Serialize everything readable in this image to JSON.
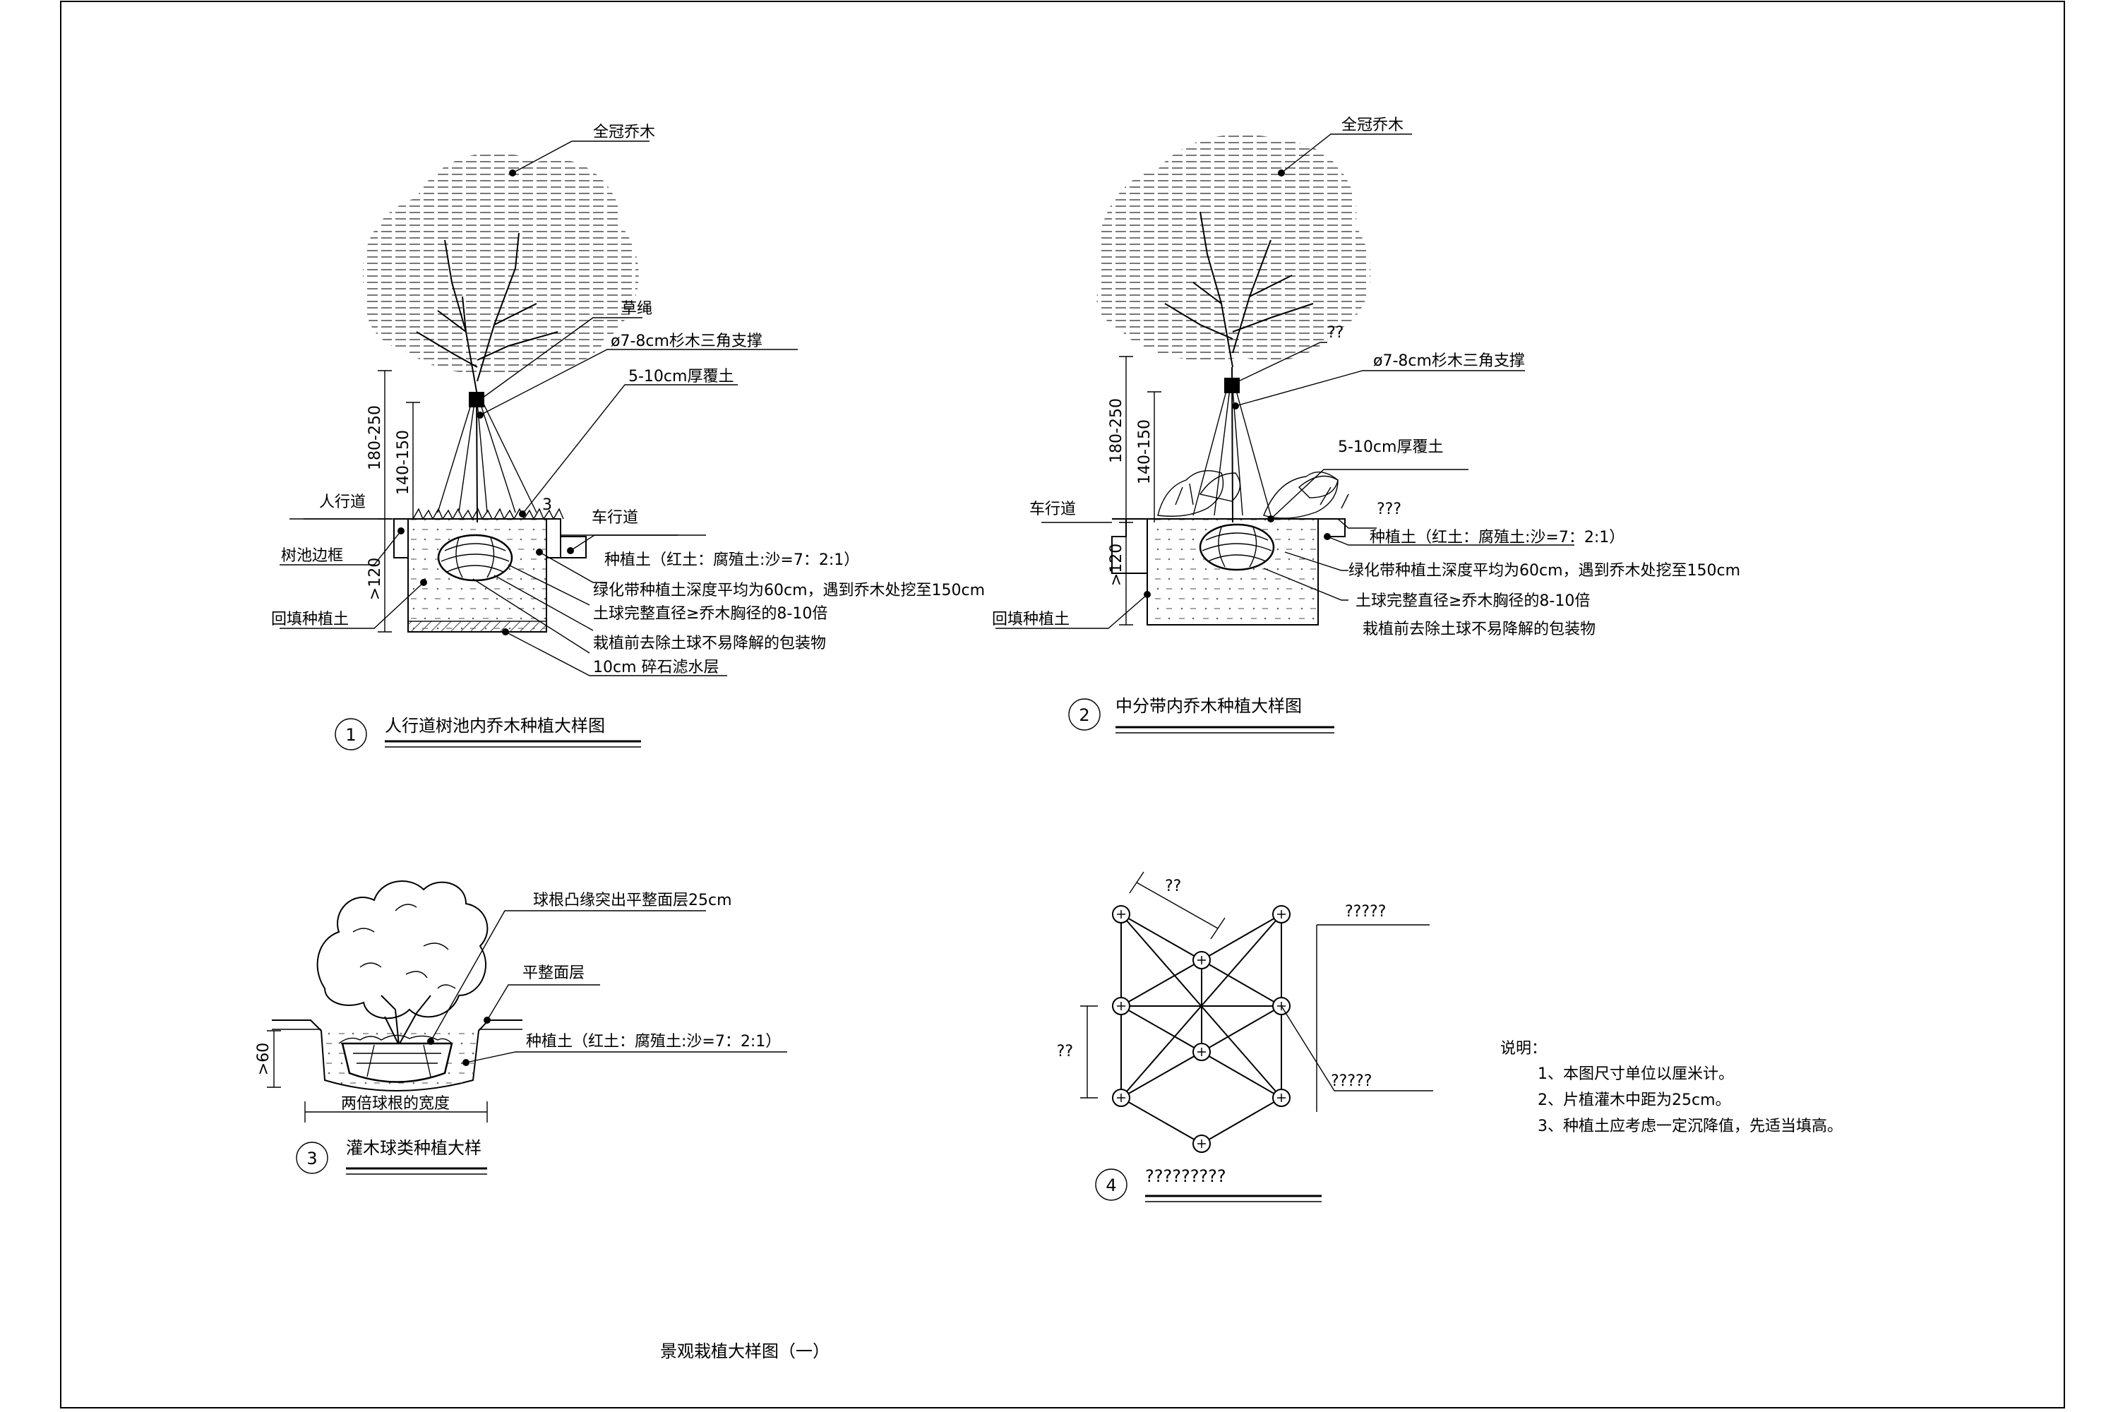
{
  "sheet": {
    "title": "景观栽植大样图（一）"
  },
  "detail1": {
    "number": "1",
    "title": "人行道树池内乔木种植大样图",
    "crown_label": "全冠乔木",
    "rope_label": "草绳",
    "support_label": "ø7-8cm杉木三角支撑",
    "mulch_label": "5-10cm厚覆土",
    "sidewalk_label": "人行道",
    "roadway_label": "车行道",
    "edge_label": "树池边框",
    "backfill_label": "回填种植土",
    "soil_label": "种植土（红土：腐殖土:沙=7：2:1）",
    "depth_note": "绿化带种植土深度平均为60cm，遇到乔木处挖至150cm",
    "ball_note": "土球完整直径≥乔木胸径的8-10倍",
    "wrap_note": "栽植前去除土球不易降解的包装物",
    "drain_label": "10cm 碎石滤水层",
    "dim_total": "180-250",
    "dim_inner": "140-150",
    "dim_depth": ">120",
    "dim_small": "3"
  },
  "detail2": {
    "number": "2",
    "title": "中分带内乔木种植大样图",
    "crown_label": "全冠乔木",
    "rope_label": "??",
    "support_label": "ø7-8cm杉木三角支撑",
    "mulch_label": "5-10cm厚覆土",
    "roadway_label": "车行道",
    "curb_label": "???",
    "soil_label": "种植土（红土：腐殖土:沙=7：2:1）",
    "depth_note": "绿化带种植土深度平均为60cm，遇到乔木处挖至150cm",
    "ball_note": "土球完整直径≥乔木胸径的8-10倍",
    "wrap_note": "栽植前去除土球不易降解的包装物",
    "backfill_label": "回填种植土",
    "dim_total": "180-250",
    "dim_inner": "140-150",
    "dim_depth": ">120"
  },
  "detail3": {
    "number": "3",
    "title": "灌木球类种植大样",
    "ball_edge_label": "球根凸缘突出平整面层25cm",
    "surface_label": "平整面层",
    "soil_label": "种植土（红土：腐殖土:沙=7：2:1）",
    "width_label": "两倍球根的宽度",
    "dim_depth": ">60"
  },
  "detail4": {
    "number": "4",
    "title": "?????????",
    "spacing_top": "??",
    "spacing_side": "??",
    "label_top": "?????",
    "label_bottom": "?????"
  },
  "notes": {
    "heading": "说明：",
    "items": [
      "1、本图尺寸单位以厘米计。",
      "2、片植灌木中距为25cm。",
      "3、种植土应考虑一定沉降值，先适当填高。"
    ]
  }
}
